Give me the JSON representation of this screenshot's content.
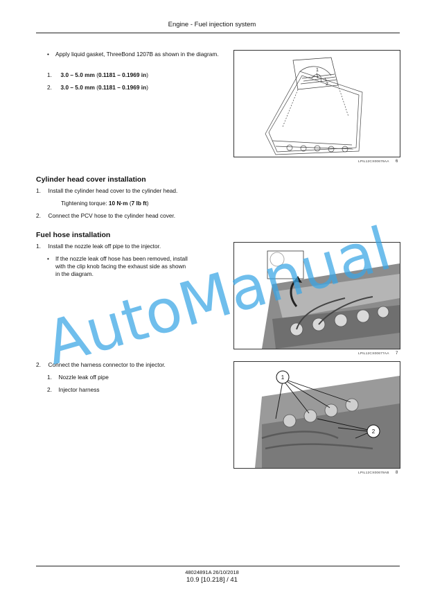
{
  "header": {
    "title": "Engine - Fuel injection system"
  },
  "section1": {
    "bullet": "Apply liquid gasket, ThreeBond 1207B as shown in the diagram.",
    "items": [
      {
        "num": "1.",
        "val_a": "3.0 – 5.0 mm",
        "open": " (",
        "val_b": "0.1181 – 0.1969 in",
        "close": ")"
      },
      {
        "num": "2.",
        "val_a": "3.0 – 5.0 mm",
        "open": " (",
        "val_b": "0.1181 – 0.1969 in",
        "close": ")"
      }
    ],
    "figure": {
      "ref": "LPIL12CX00676AA",
      "num": "6",
      "callouts": [
        "1",
        "2"
      ]
    }
  },
  "section2": {
    "heading": "Cylinder head cover installation",
    "step1": {
      "num": "1.",
      "text": "Install the cylinder head cover to the cylinder head."
    },
    "torque": {
      "label": "Tightening torque:",
      "val_a": "10 N·m",
      "open": " (",
      "val_b": "7 lb ft",
      "close": ")"
    },
    "step2": {
      "num": "2.",
      "text": "Connect the PCV hose to the cylinder head cover."
    }
  },
  "section3": {
    "heading": "Fuel hose installation",
    "step1": {
      "num": "1.",
      "text": "Install the nozzle leak off pipe to the injector."
    },
    "bullet_lines": [
      "If the nozzle leak off hose has been removed, install",
      "with the clip knob facing the exhaust side as shown",
      "in the diagram."
    ],
    "figure7": {
      "ref": "LPIL12CX00677AA",
      "num": "7"
    },
    "step2": {
      "num": "2.",
      "text": "Connect the harness connector to the injector."
    },
    "subitems": [
      {
        "num": "1.",
        "text": "Nozzle leak off pipe"
      },
      {
        "num": "2.",
        "text": "Injector harness"
      }
    ],
    "figure8": {
      "ref": "LPIL12CX00678AB",
      "num": "8",
      "callouts": [
        "1",
        "2"
      ]
    }
  },
  "watermark": {
    "text": "AutoManual"
  },
  "footer": {
    "doc": "48024891A 26/10/2018",
    "page": "10.9 [10.218] / 41"
  }
}
